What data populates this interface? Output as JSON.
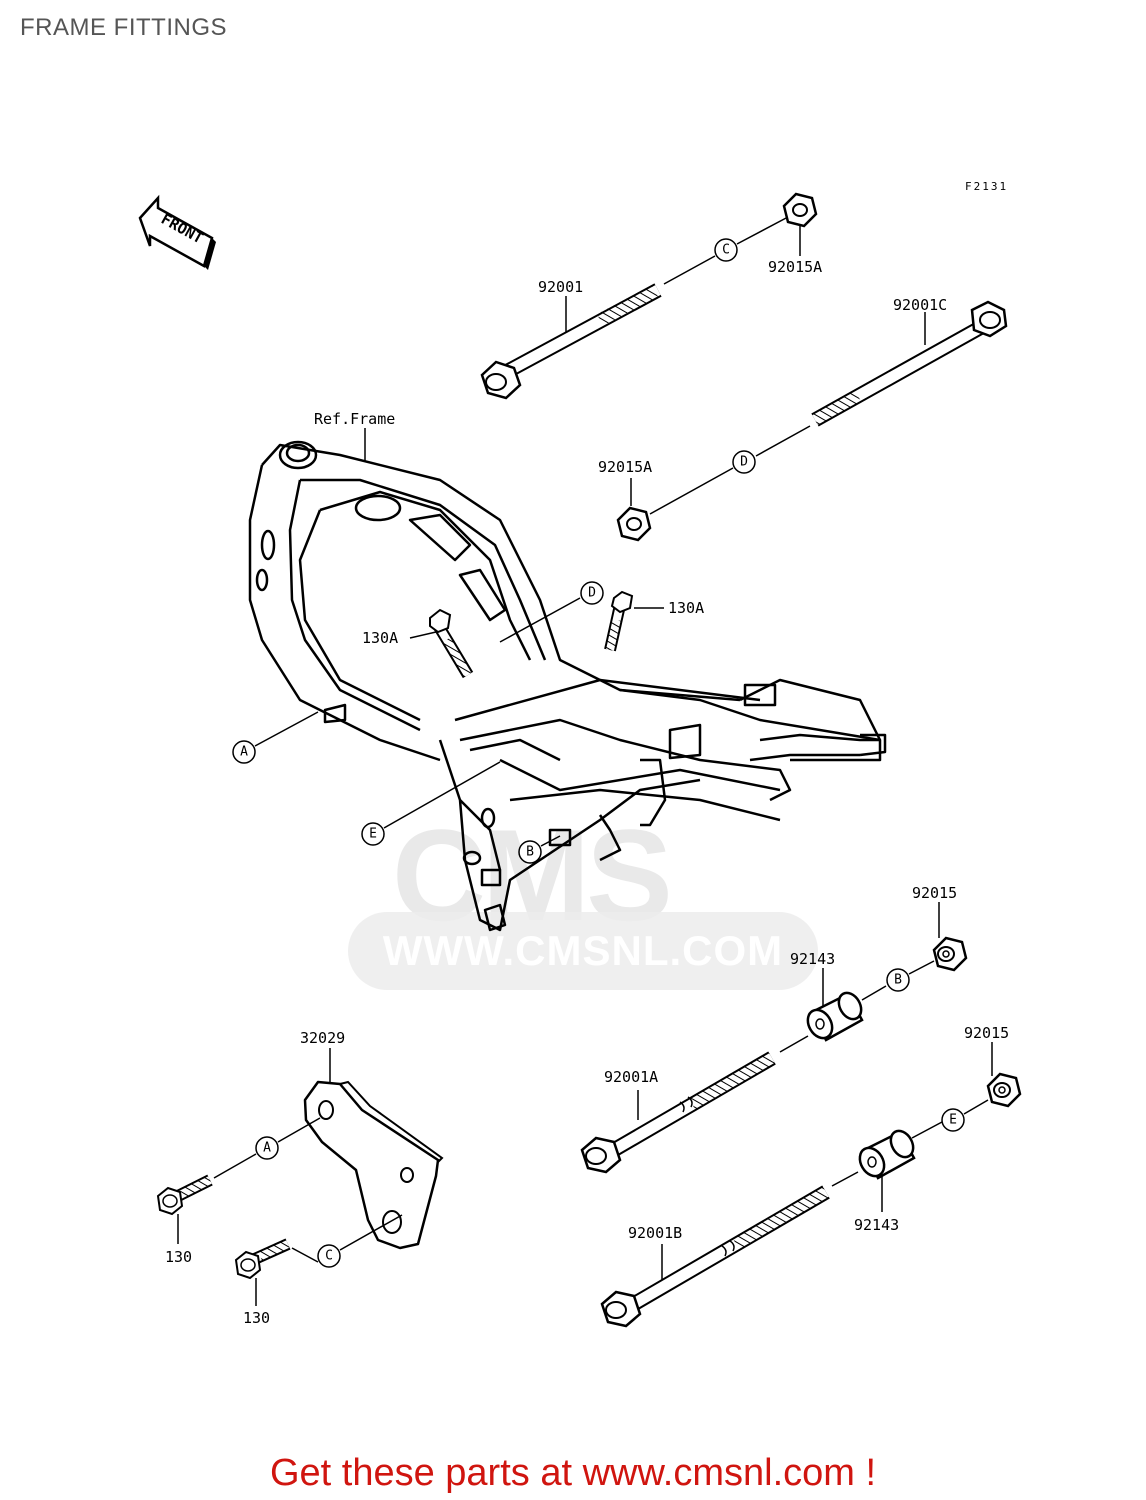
{
  "title": "FRAME FITTINGS",
  "diagram_code": "F2131",
  "front_arrow": "FRONT",
  "watermark": {
    "text": "WWW.CMSNL.COM",
    "logo": "CMS"
  },
  "footer": "Get these parts at www.cmsnl.com !",
  "labels": {
    "p92001": "92001",
    "p92015A_top": "92015A",
    "p92001C": "92001C",
    "ref_frame": "Ref.Frame",
    "p92015A_mid": "92015A",
    "p130A_left": "130A",
    "p130A_right": "130A",
    "p92015_top": "92015",
    "p92143_top": "92143",
    "p32029": "32029",
    "p92001A": "92001A",
    "p92015_bottom": "92015",
    "p92143_bottom": "92143",
    "p92001B": "92001B",
    "p130_top": "130",
    "p130_bottom": "130"
  },
  "callouts": {
    "c_top": "C",
    "d_top": "D",
    "d_frame": "D",
    "a_frame": "A",
    "e_frame": "E",
    "b_frame": "B",
    "b_right": "B",
    "e_right": "E",
    "a_bracket": "A",
    "c_bracket": "C"
  }
}
